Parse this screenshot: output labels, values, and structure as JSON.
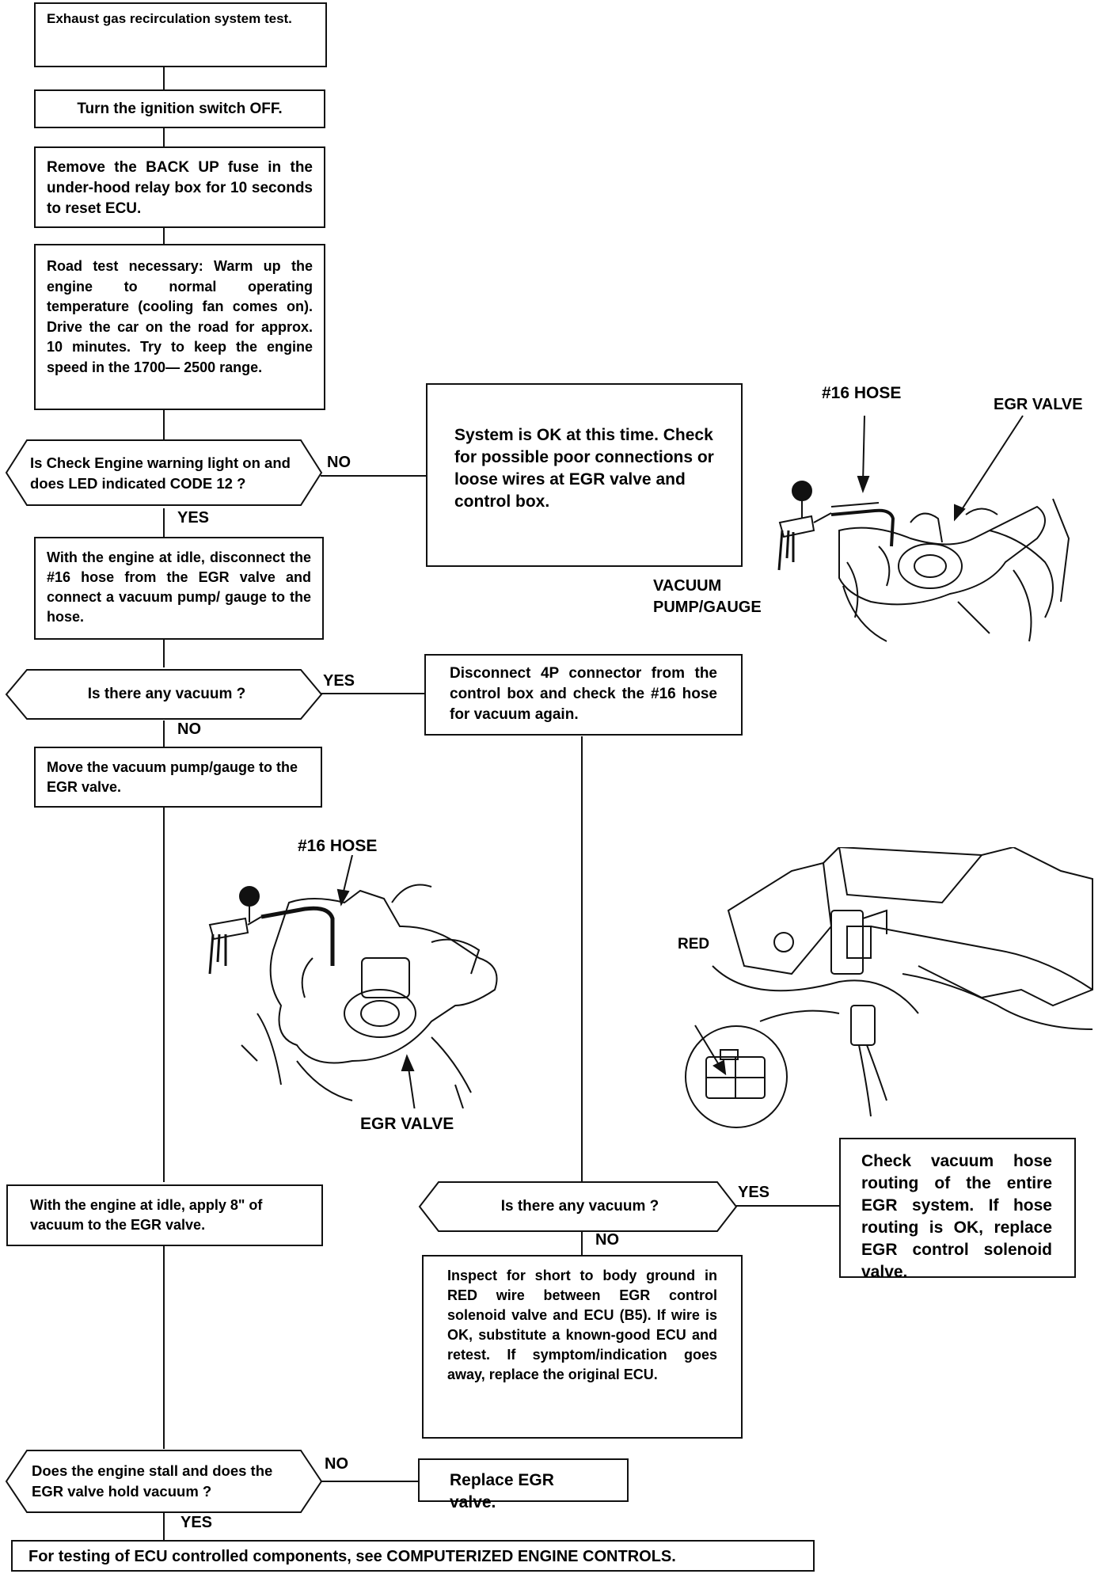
{
  "steps": {
    "start": "Exhaust gas recirculation system test.",
    "ignition": "Turn the ignition switch OFF.",
    "fuse": "Remove the BACK UP fuse in the under-hood relay box for 10 seconds to reset ECU.",
    "road_test": "Road test necessary: Warm up the engine to normal operating temperature (cooling fan comes on). Drive the car on the road for approx. 10 minutes. Try to keep the engine speed in the 1700— 2500 range.",
    "q_check_engine": "Is Check Engine warning light on and does LED indicated CODE 12 ?",
    "system_ok": "System is OK at this time. Check for possible poor connections or loose wires at EGR valve and control box.",
    "disconnect_16": "With the engine at idle, disconnect the #16 hose from the EGR valve and connect a vacuum pump/ gauge to the hose.",
    "q_vacuum_1": "Is there any vacuum ?",
    "disconnect_4p": "Disconnect 4P connector from the control box and check the #16 hose for vacuum again.",
    "move_pump": "Move the vacuum pump/gauge to the EGR valve.",
    "apply_vacuum": "With the engine at idle, apply 8\" of vacuum to the EGR valve.",
    "q_vacuum_2": "Is there any vacuum ?",
    "check_routing": "Check vacuum hose routing of the entire EGR system. If hose routing is OK, replace EGR control solenoid valve.",
    "inspect_short": "Inspect for short to body ground in RED wire between EGR control solenoid valve and ECU (B5). If wire is OK, substitute a known-good ECU and retest. If symptom/indication goes away, replace the original ECU.",
    "q_stall": "Does the engine stall and does the EGR valve hold vacuum ?",
    "replace_egr": "Replace EGR valve.",
    "footer": "For testing of ECU controlled components, see COMPUTERIZED ENGINE CONTROLS."
  },
  "branch_labels": {
    "no": "NO",
    "yes": "YES"
  },
  "illustrations": {
    "top": {
      "hose_label": "#16 HOSE",
      "valve_label": "EGR VALVE",
      "pump_label": "VACUUM PUMP/GAUGE"
    },
    "middle": {
      "hose_label": "#16 HOSE",
      "valve_label": "EGR VALVE"
    },
    "right": {
      "wire_label": "RED"
    }
  }
}
